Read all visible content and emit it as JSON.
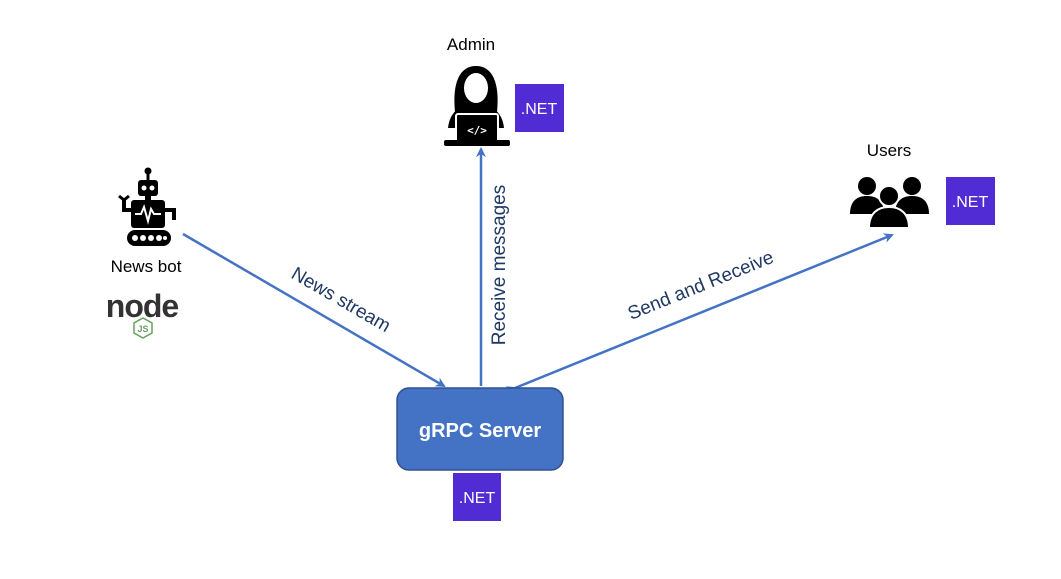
{
  "colors": {
    "arrow": "#4472C4",
    "server_fill": "#4472C4",
    "server_stroke": "#2F528F",
    "net_badge": "#512BD4",
    "edge_text": "#1F3864",
    "icon": "#000000",
    "nodejs_green": "#68A063"
  },
  "nodes": {
    "admin": {
      "label": "Admin",
      "icon": "developer-laptop-icon",
      "badge": ".NET"
    },
    "users": {
      "label": "Users",
      "icon": "users-group-icon",
      "badge": ".NET"
    },
    "news_bot": {
      "label": "News bot",
      "icon": "robot-icon",
      "logo": "nodejs-logo",
      "logo_text": "node",
      "logo_sub": "JS"
    },
    "server": {
      "label": "gRPC Server",
      "badge": ".NET"
    }
  },
  "edges": {
    "news_stream": {
      "label": "News stream",
      "from": "News bot",
      "to": "gRPC Server"
    },
    "receive_messages": {
      "label": "Receive messages",
      "from": "gRPC Server",
      "to": "Admin"
    },
    "send_receive": {
      "label": "Send and Receive",
      "from": "gRPC Server",
      "to": "Users",
      "bidirectional": true
    }
  }
}
